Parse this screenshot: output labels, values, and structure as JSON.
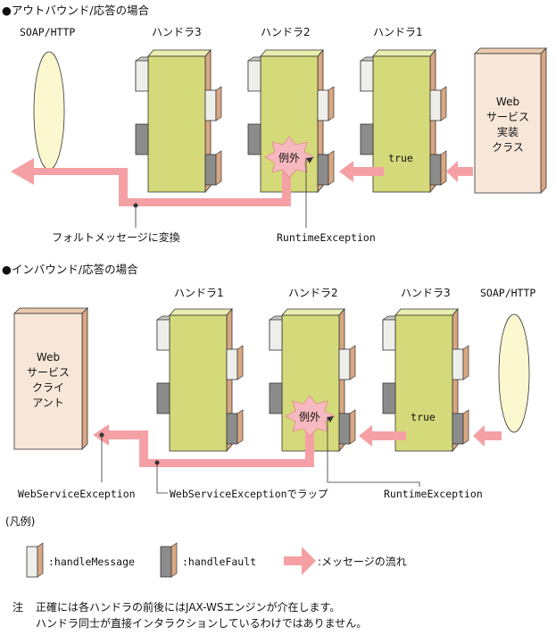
{
  "outbound": {
    "title": "●アウトバウンド/応答の場合",
    "soap_label": "SOAP/HTTP",
    "handlers": [
      "ハンドラ3",
      "ハンドラ2",
      "ハンドラ1"
    ],
    "service_lines": [
      "Web",
      "サービス",
      "実装",
      "クラス"
    ],
    "true_label": "true",
    "exception_label": "例外",
    "fault_conversion_label": "フォルトメッセージに変換",
    "runtime_exception_label": "RuntimeException"
  },
  "inbound": {
    "title": "●インバウンド/応答の場合",
    "soap_label": "SOAP/HTTP",
    "handlers": [
      "ハンドラ1",
      "ハンドラ2",
      "ハンドラ3"
    ],
    "client_lines": [
      "Web",
      "サービス",
      "クライ",
      "アント"
    ],
    "true_label": "true",
    "exception_label": "例外",
    "webservice_exception_label": "WebServiceException",
    "wrap_label": "WebServiceExceptionでラップ",
    "runtime_exception_label": "RuntimeException"
  },
  "legend": {
    "title": "(凡例)",
    "handle_message_label": ":handleMessage",
    "handle_fault_label": ":handleFault",
    "flow_label": ":メッセージの流れ"
  },
  "note": {
    "prefix": "注",
    "line1": "正確には各ハンドラの前後にはJAX-WSエンジンが介在します。",
    "line2": "ハンドラ同士が直接インタラクションしているわけではありません。"
  },
  "colors": {
    "handler_fill": "#d4da7a",
    "handler_side": "#d9a783",
    "block_white": "#eeeeea",
    "block_gray": "#8c8c8c",
    "flow_arrow": "#f4a0a4",
    "service_box": "#f8e7d8",
    "soap_ellipse": "#fbf8d0",
    "burst": "#f6b9c0"
  }
}
